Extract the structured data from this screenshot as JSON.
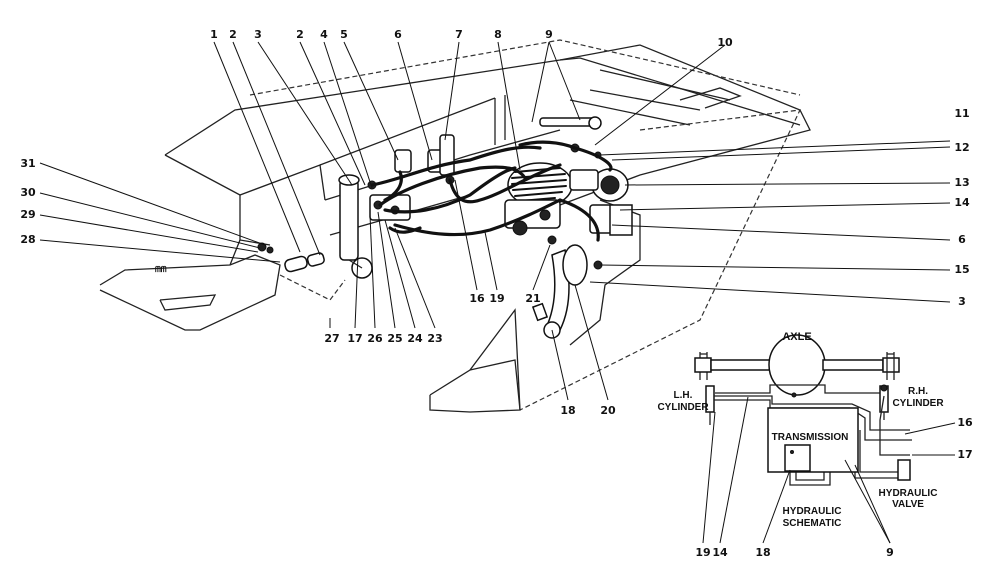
{
  "callouts": {
    "top": [
      "1",
      "2",
      "3",
      "2",
      "4",
      "5",
      "6",
      "7",
      "8",
      "9",
      "10"
    ],
    "right": [
      "11",
      "12",
      "13",
      "14",
      "6",
      "15",
      "3"
    ],
    "left": [
      "31",
      "30",
      "29",
      "28"
    ],
    "bottom": [
      "27",
      "17",
      "26",
      "25",
      "24",
      "23",
      "16",
      "19",
      "21",
      "18",
      "20"
    ]
  },
  "schematic": {
    "axle": "AXLE",
    "lh_cylinder": [
      "L.H.",
      "CYLINDER"
    ],
    "rh_cylinder": [
      "R.H.",
      "CYLINDER"
    ],
    "transmission": "TRANSMISSION",
    "hydraulic_valve": [
      "HYDRAULIC",
      "VALVE"
    ],
    "hydraulic_schematic": [
      "HYDRAULIC",
      "SCHEMATIC"
    ],
    "labels": [
      "16",
      "17",
      "19",
      "14",
      "18",
      "9"
    ]
  }
}
